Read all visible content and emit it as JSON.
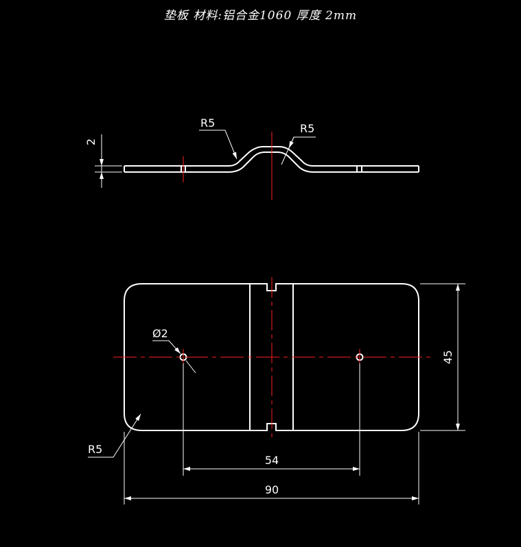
{
  "title": "垫板   材料:铝合金1060    厚度 2mm",
  "colors": {
    "background": "#000000",
    "outline": "#ffffff",
    "centerline": "#ff1f1f"
  },
  "side_view": {
    "left_bend_radius": "R5",
    "right_bend_radius": "R5",
    "thickness_dim": "2"
  },
  "top_view": {
    "hole_dia": "Ø2",
    "corner_radius": "R5",
    "height_dim": "45",
    "hole_spacing_dim": "54",
    "overall_width_dim": "90"
  }
}
